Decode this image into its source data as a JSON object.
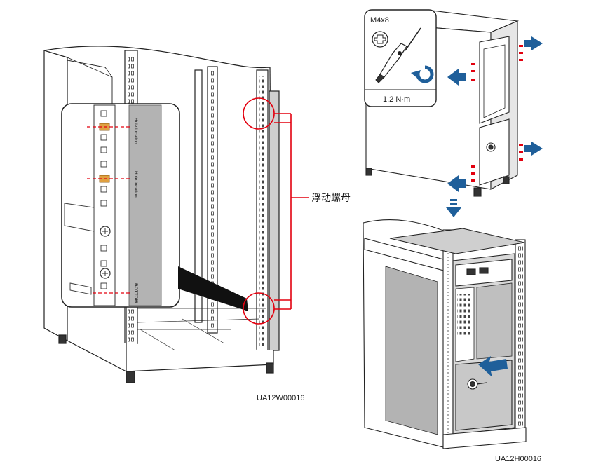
{
  "figure": {
    "callout_label": "浮动螺母",
    "left_code": "UA12W00016",
    "right_code": "UA12H00016"
  },
  "inset_tag": {
    "hole_location_1": "Hole location",
    "hole_location_2": "Hole location",
    "bottom": "BOTTOM"
  },
  "screw_box": {
    "screw_spec": "M4x8",
    "torque": "1.2 N·m",
    "icons": [
      "phillips-head-icon",
      "screwdriver-icon",
      "clockwise-arrow-icon"
    ]
  },
  "colors": {
    "highlight": "#e3000f",
    "arrow": "#1f5f9a",
    "line": "#222222",
    "panel_gray": "#b3b3b3",
    "panel_light": "#d9d9d9"
  }
}
